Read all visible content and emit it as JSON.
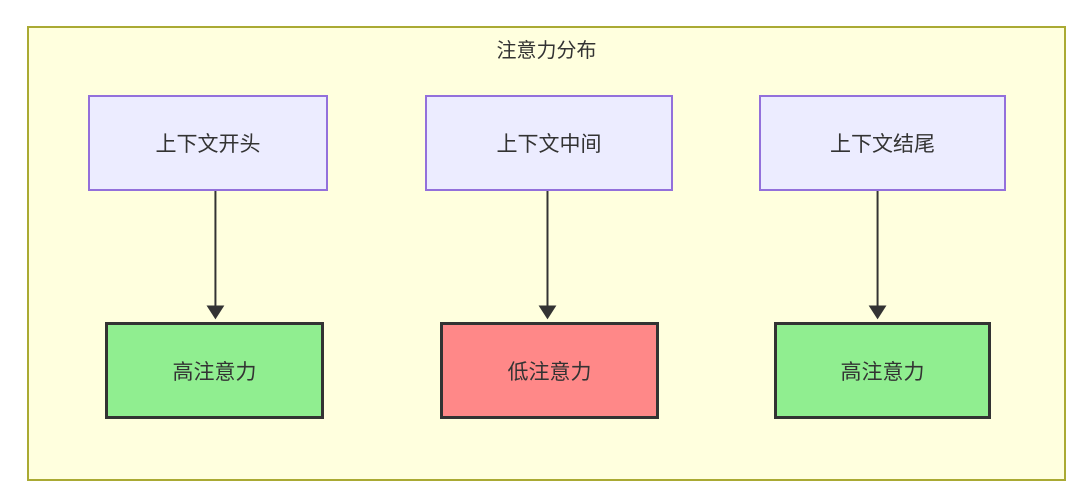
{
  "diagram": {
    "title": "注意力分布",
    "colors": {
      "container_fill": "#ffffde",
      "container_border": "#aaaa33",
      "context_node_fill": "#ECECFF",
      "context_node_border": "#9370DB",
      "high_attention_fill": "#90EE90",
      "low_attention_fill": "#FF8888",
      "attention_node_border": "#333333",
      "text": "#333333",
      "arrow": "#333333"
    },
    "nodes": [
      {
        "id": "ctx-start",
        "label": "上下文开头",
        "type": "context"
      },
      {
        "id": "ctx-middle",
        "label": "上下文中间",
        "type": "context"
      },
      {
        "id": "ctx-end",
        "label": "上下文结尾",
        "type": "context"
      },
      {
        "id": "att-start",
        "label": "高注意力",
        "type": "high"
      },
      {
        "id": "att-middle",
        "label": "低注意力",
        "type": "low"
      },
      {
        "id": "att-end",
        "label": "高注意力",
        "type": "high"
      }
    ],
    "edges": [
      {
        "from": "ctx-start",
        "to": "att-start"
      },
      {
        "from": "ctx-middle",
        "to": "att-middle"
      },
      {
        "from": "ctx-end",
        "to": "att-end"
      }
    ]
  }
}
